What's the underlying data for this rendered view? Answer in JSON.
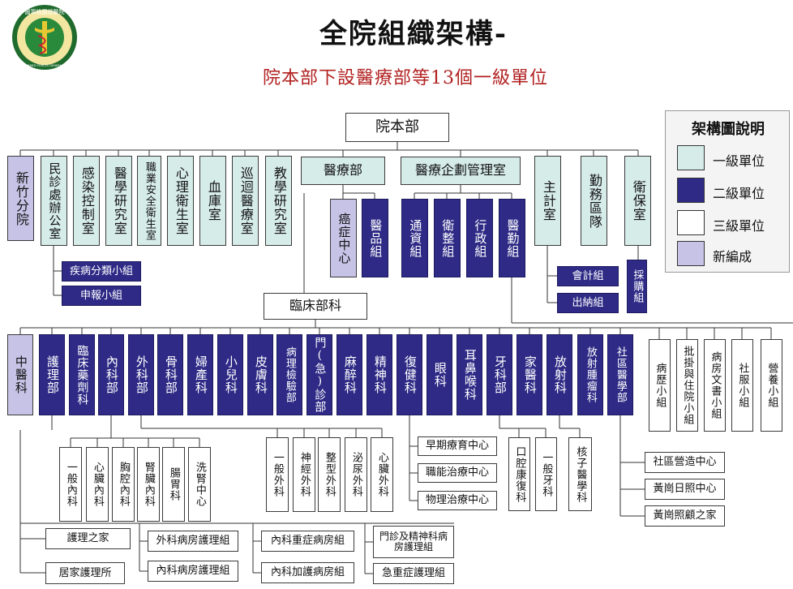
{
  "title": "全院組織架構-",
  "subtitle": "院本部下設醫療部等13個一級單位",
  "logo": {
    "top_text": "國軍桃園總醫院",
    "bottom_text": "TAOYUAN ARMED FORCES GENERAL HOSPITAL",
    "icon": "caduceus-emblem"
  },
  "legend": {
    "title": "架構圖說明",
    "items": [
      {
        "label": "一級單位",
        "color": "#d6ece9"
      },
      {
        "label": "二級單位",
        "color": "#2e2a86"
      },
      {
        "label": "三級單位",
        "color": "#ffffff"
      },
      {
        "label": "新編成",
        "color": "#c7c3e6"
      }
    ]
  },
  "colors": {
    "level1": "#d6ece9",
    "level2": "#2e2a86",
    "level3": "#ffffff",
    "new": "#c7c3e6",
    "subtitle": "#b22121"
  },
  "root": "院本部",
  "top_row": [
    "新竹分院",
    "民診處辦公室",
    "感染控制室",
    "醫學研究室",
    "職業安全衛生室",
    "心理衛生室",
    "血庫室",
    "巡迴醫療室",
    "教學研究室",
    "醫療部",
    "醫療企劃管理室",
    "主計室",
    "勤務區隊",
    "衛保室"
  ],
  "medical_dept_units": [
    "癌症中心",
    "醫品組"
  ],
  "planning_units": [
    "通資組",
    "衛整組",
    "行政組",
    "醫勤組"
  ],
  "accounting_units": [
    "會計組",
    "出納組"
  ],
  "health_units": [
    "採購組"
  ],
  "civil_groups": [
    "疾病分類小組",
    "申報小組"
  ],
  "clinical": "臨床部科",
  "clinical_row": [
    "中醫科",
    "護理部",
    "臨床藥劑科",
    "內科部",
    "外科部",
    "骨科部",
    "婦產科",
    "小兒科",
    "皮膚科",
    "病理檢驗部",
    "門(急)診部",
    "麻醉科",
    "精神科",
    "復健科",
    "眼科",
    "耳鼻喉科",
    "牙科部",
    "家醫科",
    "放射科",
    "放射腫瘤科",
    "社區醫學部"
  ],
  "right_groups": [
    "病歷小組",
    "批掛與住院小組",
    "病房文書小組",
    "社服小組",
    "營養小組"
  ],
  "internal_subs": [
    "一般內科",
    "心臟內科",
    "胸腔內科",
    "腎臟內科",
    "腸胃科",
    "洗腎中心"
  ],
  "surgery_subs": [
    "一般外科",
    "神經外科",
    "整型外科",
    "泌尿外科",
    "心臟外科"
  ],
  "rehab_subs": [
    "早期療育中心",
    "職能治療中心",
    "物理治療中心"
  ],
  "dental_subs": [
    "口腔康復科",
    "一般牙科"
  ],
  "radiology_subs": [
    "核子醫學科"
  ],
  "community_subs": [
    "社區營造中心",
    "黃崗日照中心",
    "黃崗照顧之家"
  ],
  "nursing_units": [
    "護理之家",
    "居家護理所",
    "外科病房護理組",
    "內科病房護理組",
    "內科重症病房組",
    "內科加護病房組",
    "門診及精神科病房護理組",
    "急重症護理組"
  ]
}
